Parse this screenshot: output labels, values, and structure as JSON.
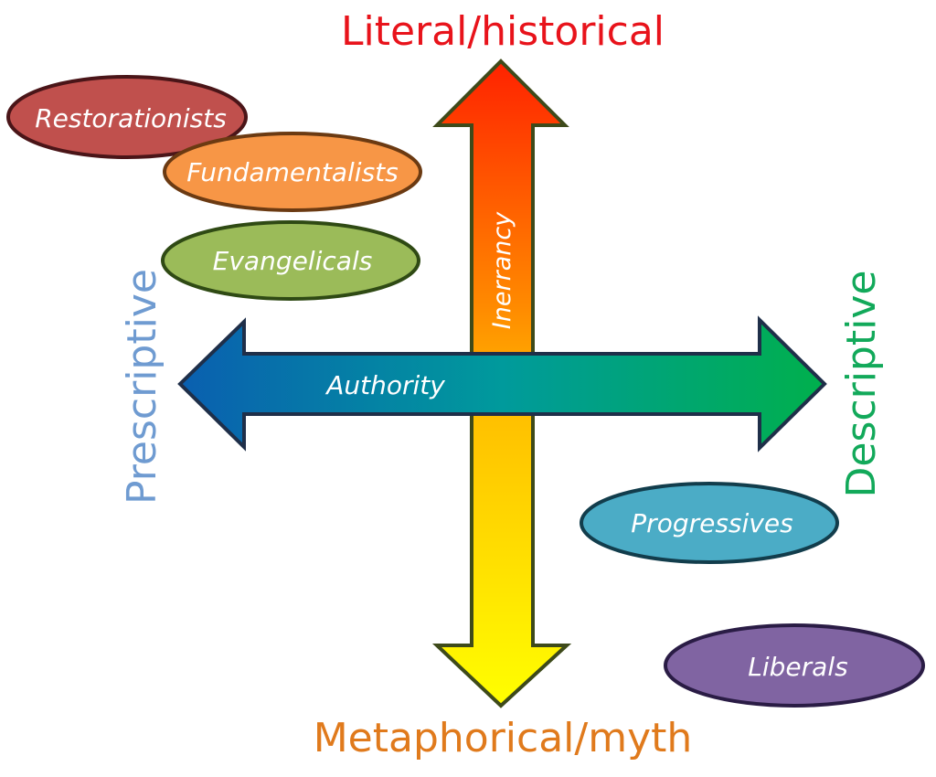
{
  "axes": {
    "top_label": "Literal/historical",
    "bottom_label": "Metaphorical/myth",
    "left_label": "Prescriptive",
    "right_label": "Descriptive",
    "vertical_arrow_label": "Inerrancy",
    "horizontal_arrow_label": "Authority"
  },
  "groups": [
    {
      "label": "Restorationists",
      "fill": "#c0504d",
      "stroke": "#4a1518"
    },
    {
      "label": "Fundamentalists",
      "fill": "#f79646",
      "stroke": "#6b3a12"
    },
    {
      "label": "Evangelicals",
      "fill": "#9bbb59",
      "stroke": "#2f4a14"
    },
    {
      "label": "Progressives",
      "fill": "#4bacc6",
      "stroke": "#123d4c"
    },
    {
      "label": "Liberals",
      "fill": "#8064a2",
      "stroke": "#2a1c45"
    }
  ],
  "colors": {
    "top_label": "#e8131b",
    "bottom_label": "#e07a1c",
    "left_label": "#6f9bd1",
    "right_label": "#12a95a",
    "vertical_gradient": [
      "#ff2200",
      "#ff8000",
      "#ffd000",
      "#ffff00"
    ],
    "horizontal_gradient": [
      "#0a66b5",
      "#00a19b",
      "#00b050"
    ]
  }
}
